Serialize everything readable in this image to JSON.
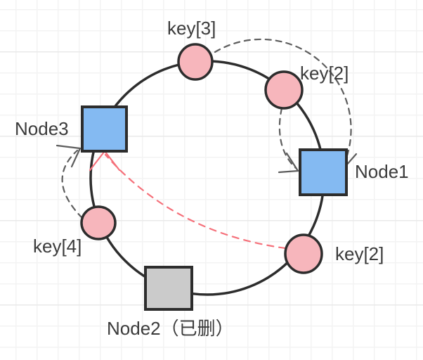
{
  "diagram": {
    "kind": "consistent-hashing-ring",
    "nodes": [
      {
        "label": "Node1",
        "status": "active"
      },
      {
        "label": "Node2（已删）",
        "status": "deleted"
      },
      {
        "label": "Node3",
        "status": "active"
      }
    ],
    "keys": [
      {
        "label": "key[3]"
      },
      {
        "label": "key[2]"
      },
      {
        "label": "key[2]"
      },
      {
        "label": "key[4]"
      }
    ],
    "arrows": [
      {
        "from": "key[3]",
        "to": "Node1",
        "style": "dashed-gray"
      },
      {
        "from": "key[2]",
        "to": "Node1",
        "style": "dashed-gray"
      },
      {
        "from": "key[4]",
        "to": "Node3",
        "style": "dashed-gray"
      },
      {
        "from": "key[2]",
        "to": "Node3",
        "style": "dashed-red"
      }
    ],
    "colors": {
      "shape_stroke": "#2d2d2d",
      "node_fill": "#84baf2",
      "node_deleted_fill": "#cbcbcb",
      "key_fill": "#f7b6bc",
      "arrow_gray": "#5d5d5d",
      "arrow_red": "#f5707a",
      "text": "#3b3b3b",
      "grid_minor": "#f3f3f3",
      "grid_major": "#e9e9e9"
    }
  }
}
